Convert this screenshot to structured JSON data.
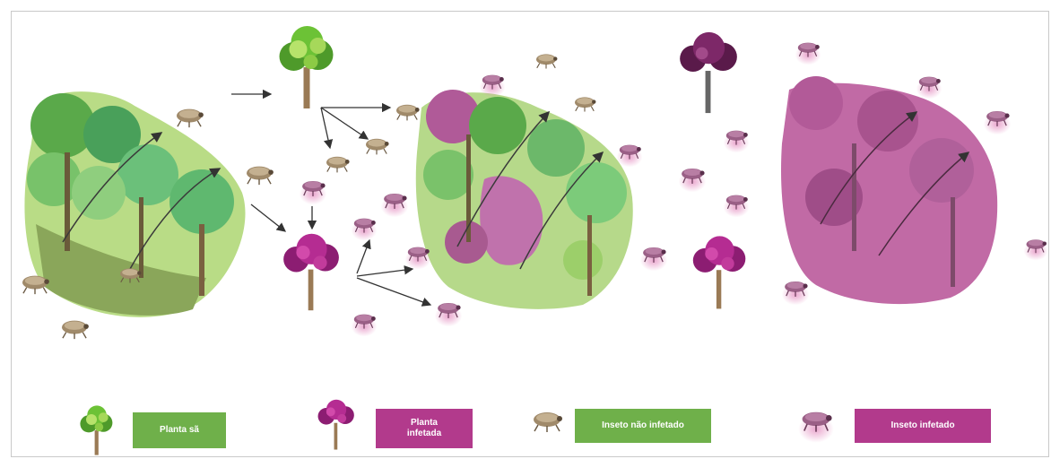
{
  "legend": {
    "healthy_plant_label": "Planta sã",
    "infected_plant_label": "Planta\ninfetada",
    "uninfected_insect_label": "Inseto não infetado",
    "infected_insect_label": "Inseto infetado"
  },
  "colors": {
    "healthy_green": "#6fb04a",
    "infected_magenta": "#b23a8c",
    "insect_brown": "#a08a6a",
    "infected_insect": "#b55a8e"
  }
}
